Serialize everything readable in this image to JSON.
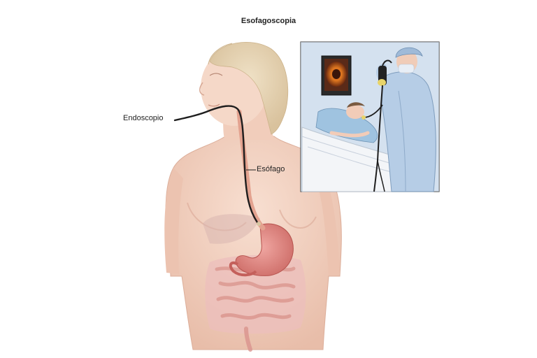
{
  "title": "Esofagoscopia",
  "labels": {
    "endoscope": "Endoscopio",
    "esophagus": "Esófago"
  },
  "colors": {
    "skin": "#f3d3c3",
    "skin_shadow": "#e6b8a6",
    "hair": "#e5d3b4",
    "stomach": "#e48a85",
    "intestine": "#e9b2b0",
    "endoscope": "#1e1e1e",
    "inset_background": "#dbe7f2",
    "gown": "#aec8e4"
  }
}
